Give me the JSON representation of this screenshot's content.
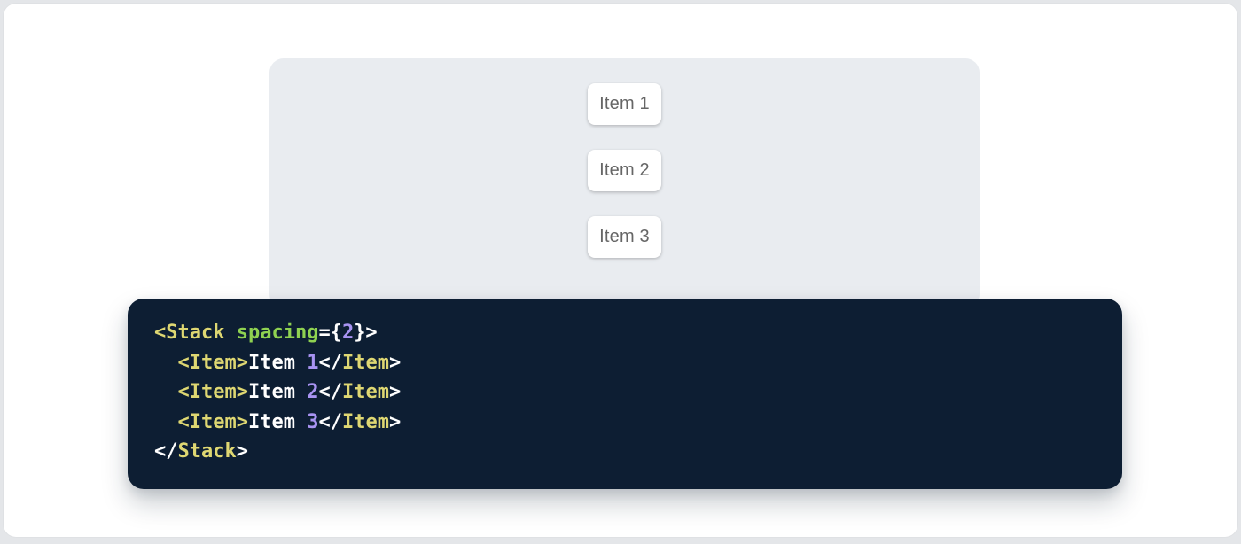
{
  "window": {
    "outer_bg": "#e4e6e9",
    "surface_bg": "#ffffff"
  },
  "demo_panel": {
    "bg": "#e9ecf0",
    "item_text_color": "#666666",
    "items": [
      {
        "label": "Item 1"
      },
      {
        "label": "Item 2"
      },
      {
        "label": "Item 3"
      }
    ]
  },
  "code_block": {
    "bg": "#0d1e33",
    "language": "jsx",
    "token_colors": {
      "tag": "#ded772",
      "attr": "#8fd251",
      "num": "#a893f2",
      "plain": "#ffffff"
    },
    "source_text": "<Stack spacing={2}>\n  <Item>Item 1</Item>\n  <Item>Item 2</Item>\n  <Item>Item 3</Item>\n</Stack>",
    "lines": [
      [
        {
          "t": "<Stack ",
          "c": "tag"
        },
        {
          "t": "spacing",
          "c": "attr"
        },
        {
          "t": "={",
          "c": "plain"
        },
        {
          "t": "2",
          "c": "num"
        },
        {
          "t": "}>",
          "c": "plain"
        }
      ],
      [
        {
          "t": "  ",
          "c": "plain"
        },
        {
          "t": "<Item>",
          "c": "tag"
        },
        {
          "t": "Item ",
          "c": "plain"
        },
        {
          "t": "1",
          "c": "num"
        },
        {
          "t": "</",
          "c": "plain"
        },
        {
          "t": "Item",
          "c": "tag"
        },
        {
          "t": ">",
          "c": "plain"
        }
      ],
      [
        {
          "t": "  ",
          "c": "plain"
        },
        {
          "t": "<Item>",
          "c": "tag"
        },
        {
          "t": "Item ",
          "c": "plain"
        },
        {
          "t": "2",
          "c": "num"
        },
        {
          "t": "</",
          "c": "plain"
        },
        {
          "t": "Item",
          "c": "tag"
        },
        {
          "t": ">",
          "c": "plain"
        }
      ],
      [
        {
          "t": "  ",
          "c": "plain"
        },
        {
          "t": "<Item>",
          "c": "tag"
        },
        {
          "t": "Item ",
          "c": "plain"
        },
        {
          "t": "3",
          "c": "num"
        },
        {
          "t": "</",
          "c": "plain"
        },
        {
          "t": "Item",
          "c": "tag"
        },
        {
          "t": ">",
          "c": "plain"
        }
      ],
      [
        {
          "t": "</",
          "c": "plain"
        },
        {
          "t": "Stack",
          "c": "tag"
        },
        {
          "t": ">",
          "c": "plain"
        }
      ]
    ]
  }
}
